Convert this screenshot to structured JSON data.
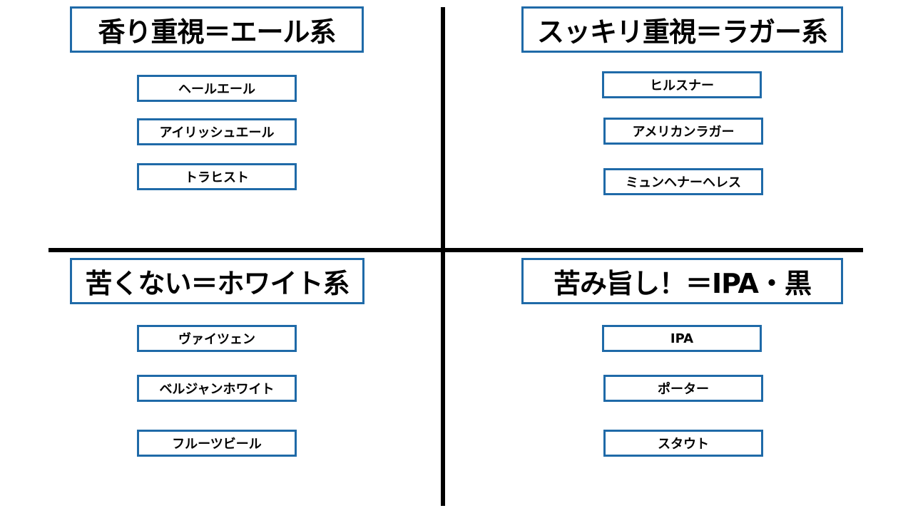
{
  "colors": {
    "box_border": "#1f6aa8",
    "axis": "#000000"
  },
  "quadrants": {
    "top_left": {
      "heading": "香り重視＝エール系",
      "items": [
        "ヘールエール",
        "アイリッシュエール",
        "トラヒスト"
      ]
    },
    "top_right": {
      "heading": "スッキリ重視＝ラガー系",
      "items": [
        "ヒルスナー",
        "アメリカンラガー",
        "ミュンヘナーヘレス"
      ]
    },
    "bottom_left": {
      "heading": "苦くない＝ホワイト系",
      "items": [
        "ヴァイツェン",
        "ベルジャンホワイト",
        "フルーツビール"
      ]
    },
    "bottom_right": {
      "heading": "苦み旨し！＝IPA・黒",
      "items": [
        "IPA",
        "ポーター",
        "スタウト"
      ]
    }
  }
}
